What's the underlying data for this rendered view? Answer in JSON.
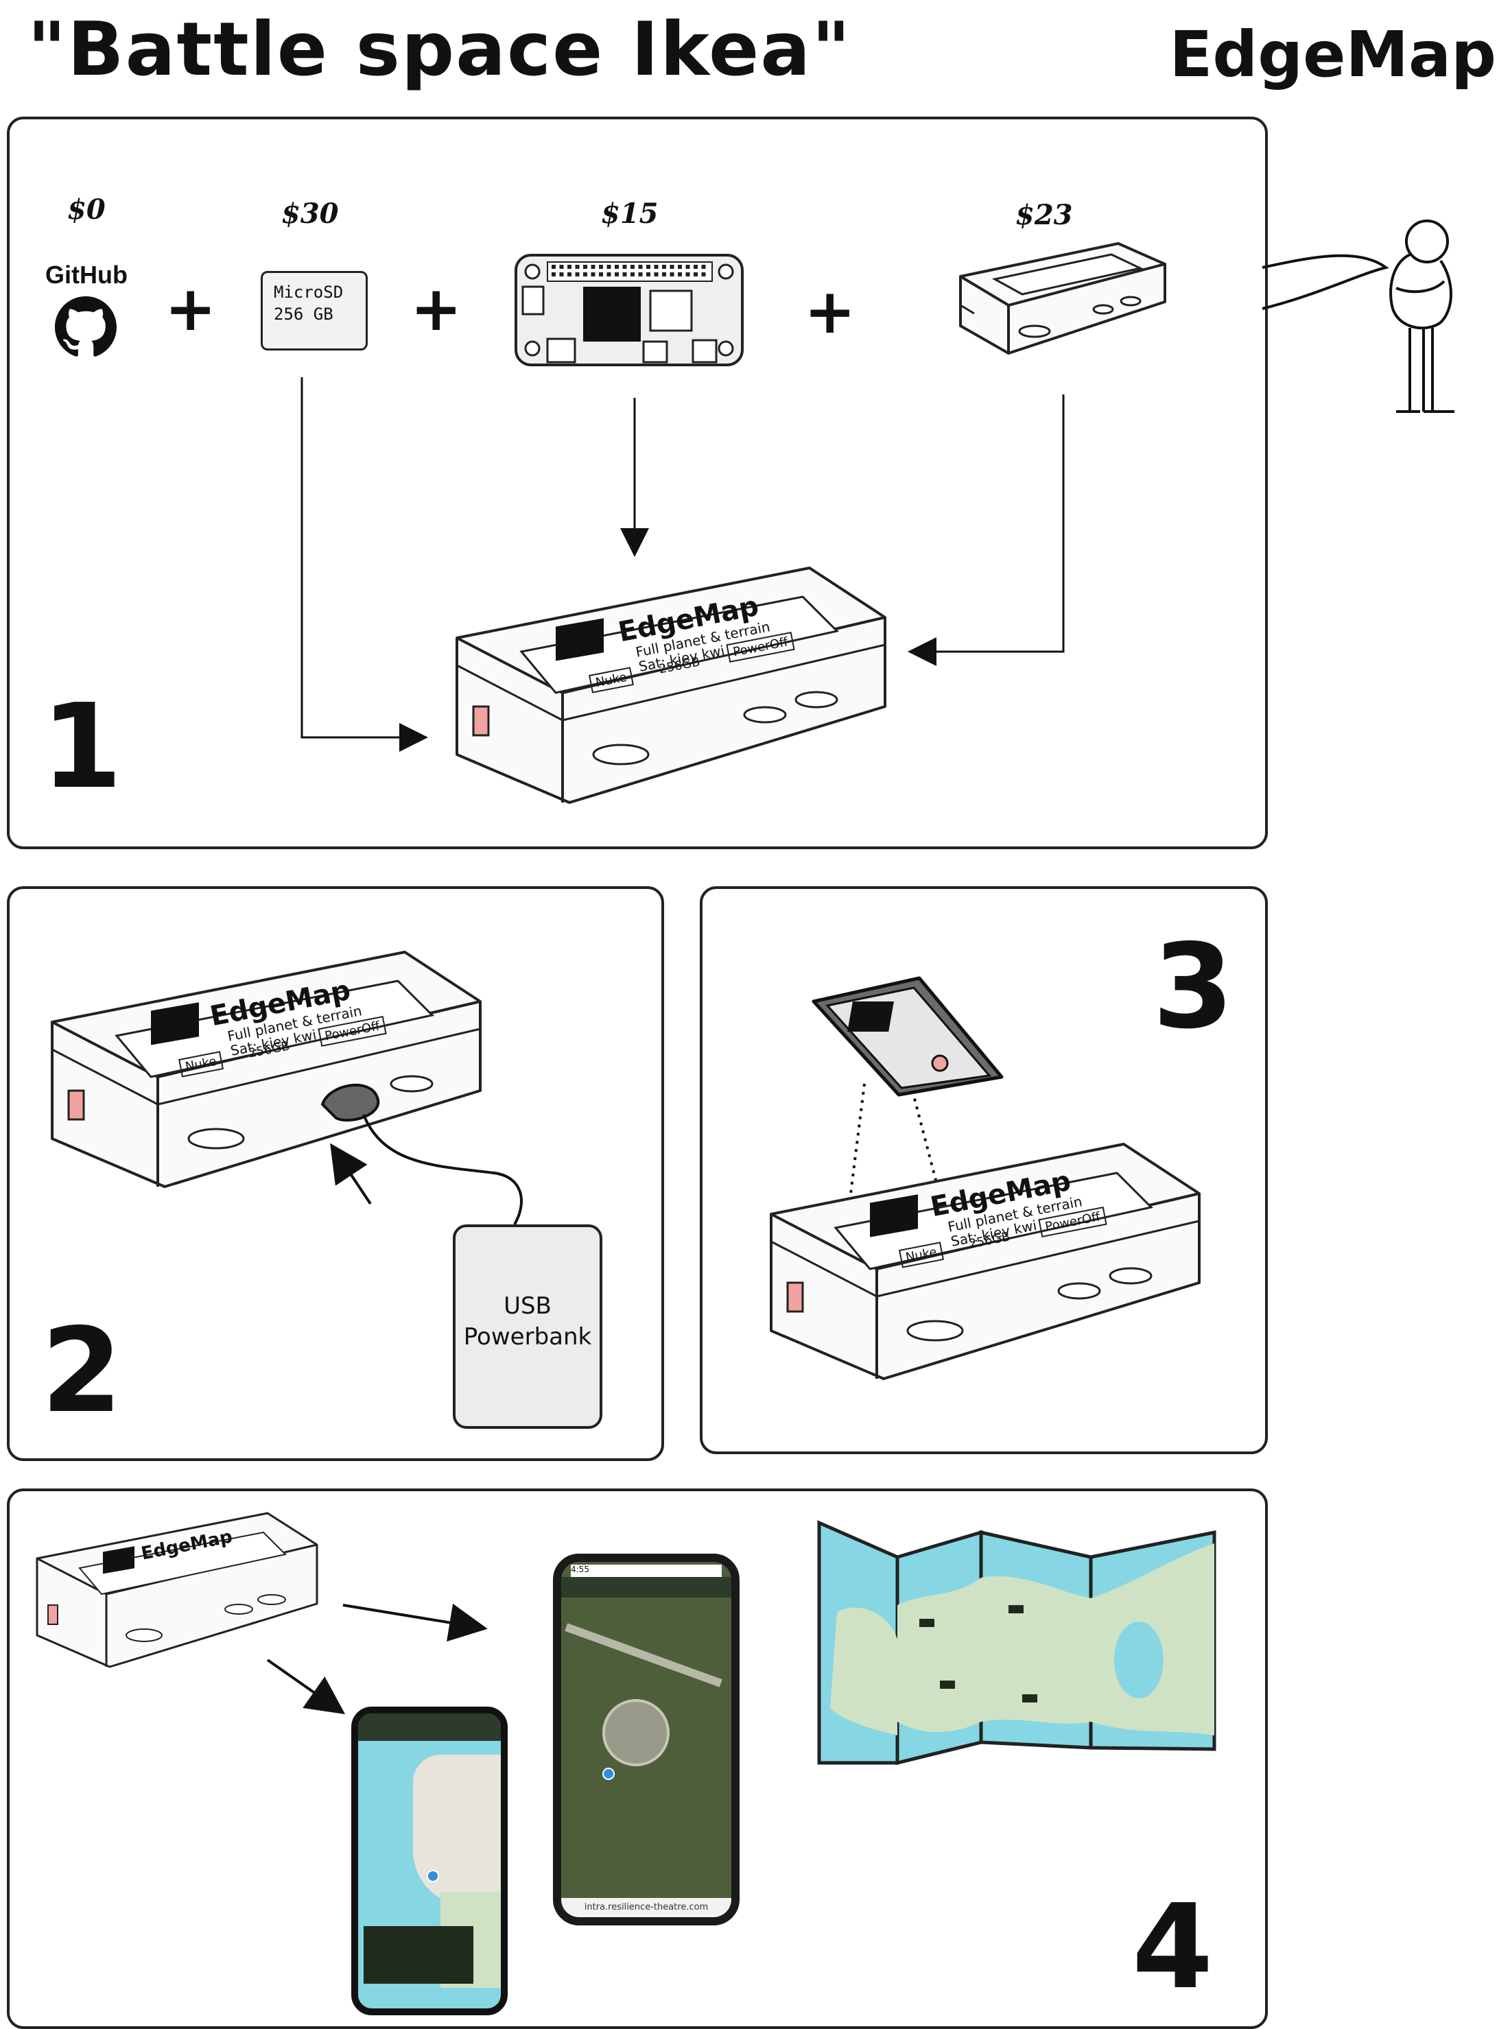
{
  "header": {
    "title": "\"Battle space Ikea\"",
    "brand": "EdgeMap"
  },
  "step1": {
    "number": "1",
    "components": [
      {
        "price": "$0",
        "name": "GitHub",
        "icon": "github-icon"
      },
      {
        "price": "$30",
        "name": "MicroSD",
        "capacity": "256 GB",
        "icon": "microsd-card"
      },
      {
        "price": "$15",
        "icon": "raspberry-pi-zero-board"
      },
      {
        "price": "$23",
        "icon": "device-case"
      }
    ],
    "plus": "+"
  },
  "device_label": {
    "brand": "EdgeMap",
    "line1": "Full planet & terrain",
    "line2": "Sat: kiev kwi",
    "nuke": "Nuke",
    "storage": "256GB",
    "power": "PowerOff"
  },
  "step2": {
    "number": "2",
    "powerbank": "USB Powerbank",
    "powerbank_line1": "USB",
    "powerbank_line2": "Powerbank"
  },
  "step3": {
    "number": "3"
  },
  "step4": {
    "number": "4",
    "phone_url": "intra.resilience-theatre.com",
    "phone_time": "4:55"
  },
  "colors": {
    "ink": "#111111",
    "panel_border": "#222222",
    "sea": "#86d6e3",
    "land": "#cfe3c4",
    "terrain": "#4f5e3a",
    "marker": "#2f8fe0",
    "pink": "#f0a3a0"
  }
}
